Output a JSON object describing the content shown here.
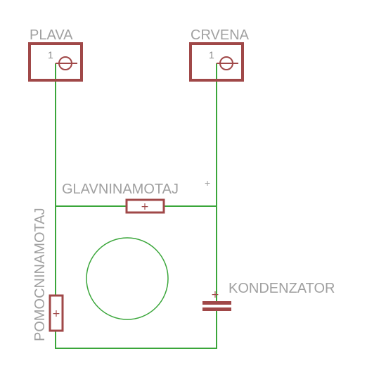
{
  "connectors": {
    "left": {
      "name": "PLAVA",
      "pin": "1"
    },
    "right": {
      "name": "CRVENA",
      "pin": "1"
    }
  },
  "components": {
    "main_winding": {
      "name": "GLAVNINAMOTAJ",
      "mark": "+"
    },
    "aux_winding": {
      "name": "POMOCNINAMOTAJ",
      "mark": "+"
    },
    "capacitor": {
      "name": "KONDENZATOR",
      "mark": "+"
    }
  },
  "colors": {
    "wire": "#3aa63a",
    "body": "#a04848",
    "label": "#a0a0a0",
    "motor": "#3aa63a"
  }
}
